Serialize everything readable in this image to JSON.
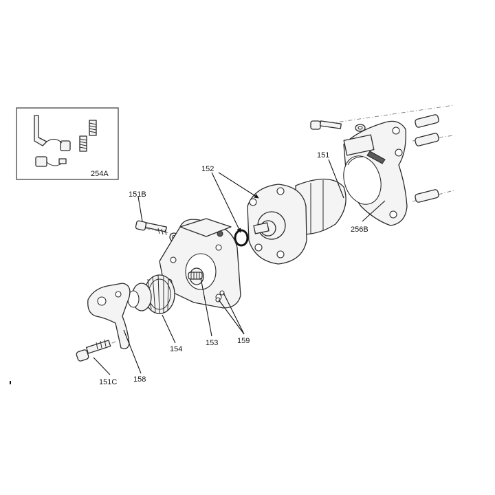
{
  "callouts": {
    "c254A": "254A",
    "c151B": "151B",
    "c152": "152",
    "c151": "151",
    "c256B": "256B",
    "c154": "154",
    "c153": "153",
    "c159": "159",
    "c151C": "151C",
    "c158": "158"
  }
}
